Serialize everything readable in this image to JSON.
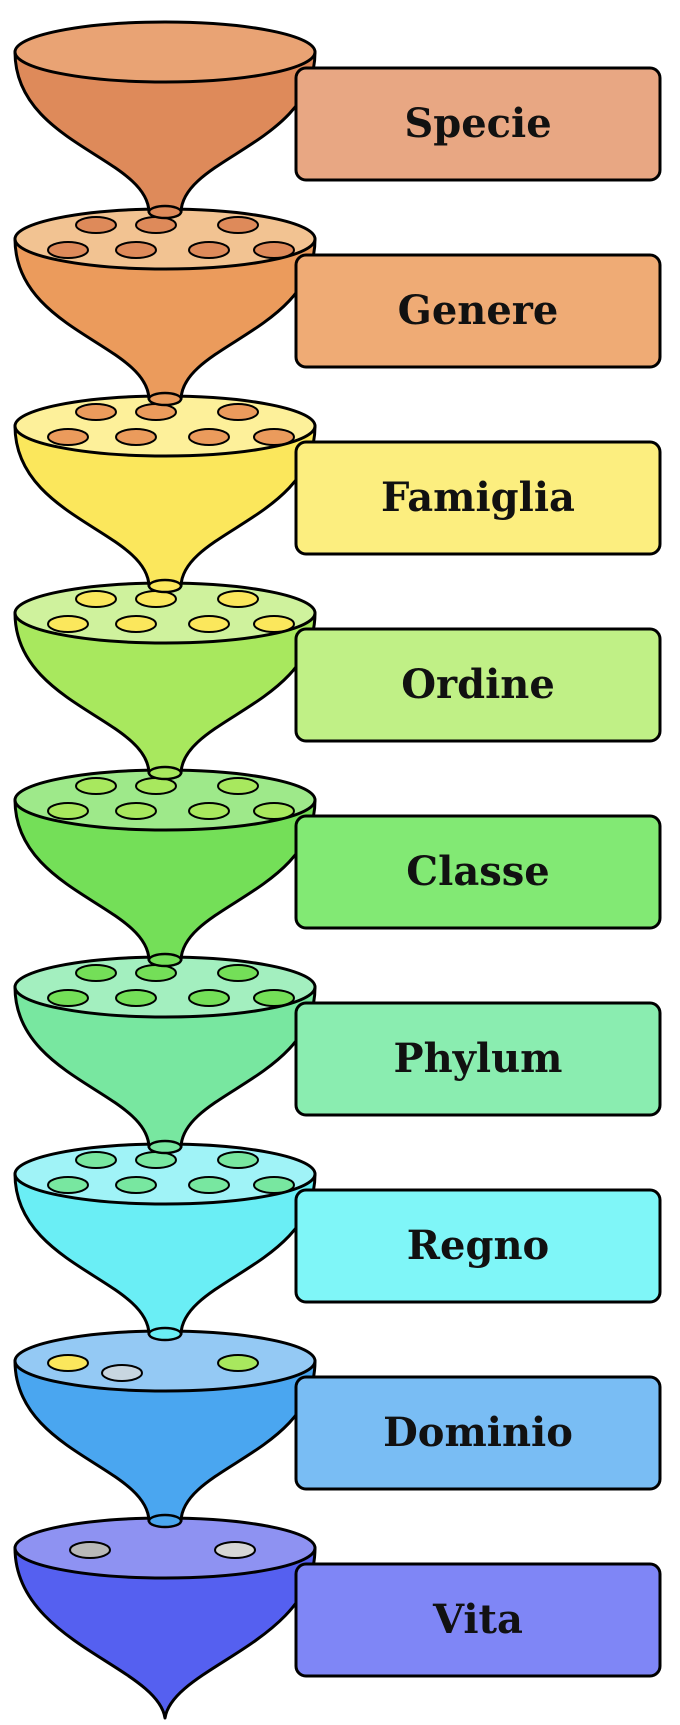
{
  "levels": [
    {
      "label": "Specie",
      "bowl": "#de8a5a",
      "rim": "#e9a374",
      "box": "#e8a783",
      "holes": []
    },
    {
      "label": "Genere",
      "bowl": "#eb9b5c",
      "rim": "#f2c392",
      "box": "#efab75",
      "holes": [
        "#de8a5a",
        "#de8a5a",
        "#de8a5a",
        "#de8a5a",
        "#de8a5a",
        "#de8a5a",
        "#de8a5a"
      ]
    },
    {
      "label": "Famiglia",
      "bowl": "#fbe75c",
      "rim": "#fdf09a",
      "box": "#fcee7f",
      "holes": [
        "#eb9b5c",
        "#eb9b5c",
        "#eb9b5c",
        "#eb9b5c",
        "#eb9b5c",
        "#eb9b5c",
        "#eb9b5c"
      ]
    },
    {
      "label": "Ordine",
      "bowl": "#a8e85e",
      "rim": "#cff29d",
      "box": "#c0f086",
      "holes": [
        "#fbe75c",
        "#fbe75c",
        "#fbe75c",
        "#fbe75c",
        "#fbe75c",
        "#fbe75c",
        "#fbe75c"
      ]
    },
    {
      "label": "Classe",
      "bowl": "#74df58",
      "rim": "#9ee98a",
      "box": "#82e974",
      "holes": [
        "#a8e85e",
        "#a8e85e",
        "#a8e85e",
        "#a8e85e",
        "#a8e85e",
        "#a8e85e",
        "#a8e85e"
      ]
    },
    {
      "label": "Phylum",
      "bowl": "#78e7a0",
      "rim": "#a3efbf",
      "box": "#8aedb0",
      "holes": [
        "#74df58",
        "#74df58",
        "#74df58",
        "#74df58",
        "#74df58",
        "#74df58",
        "#74df58"
      ]
    },
    {
      "label": "Regno",
      "bowl": "#6aeef5",
      "rim": "#a0f3f7",
      "box": "#7ff6f8",
      "holes": [
        "#78e7a0",
        "#78e7a0",
        "#78e7a0",
        "#78e7a0",
        "#78e7a0",
        "#78e7a0",
        "#78e7a0"
      ]
    },
    {
      "label": "Dominio",
      "bowl": "#4aa6f0",
      "rim": "#94c9f4",
      "box": "#79bdf4",
      "holes": [
        "#fbe75c",
        "#c8d6e0",
        "#a8e85e"
      ]
    },
    {
      "label": "Vita",
      "bowl": "#5560f0",
      "rim": "#8e92f2",
      "box": "#7f86f6",
      "holes": [
        "#b8b8b8",
        "#d6d6d6"
      ]
    }
  ]
}
